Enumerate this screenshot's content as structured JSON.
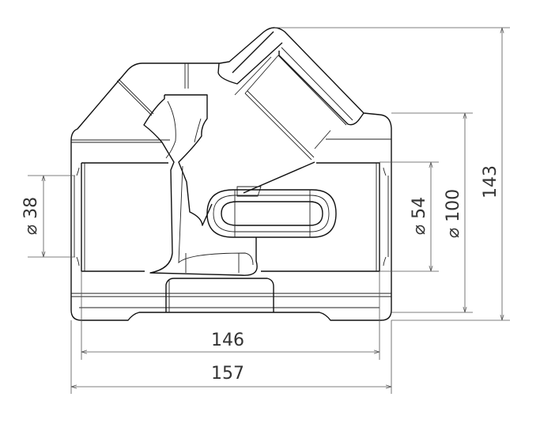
{
  "drawing": {
    "dimensions": {
      "bore_left": "⌀ 38",
      "bore_right": "⌀ 54",
      "flange": "⌀ 100",
      "height": "143",
      "inner_length": "146",
      "overall_length": "157"
    },
    "colors": {
      "line": "#111111",
      "dimension": "#555555"
    }
  }
}
